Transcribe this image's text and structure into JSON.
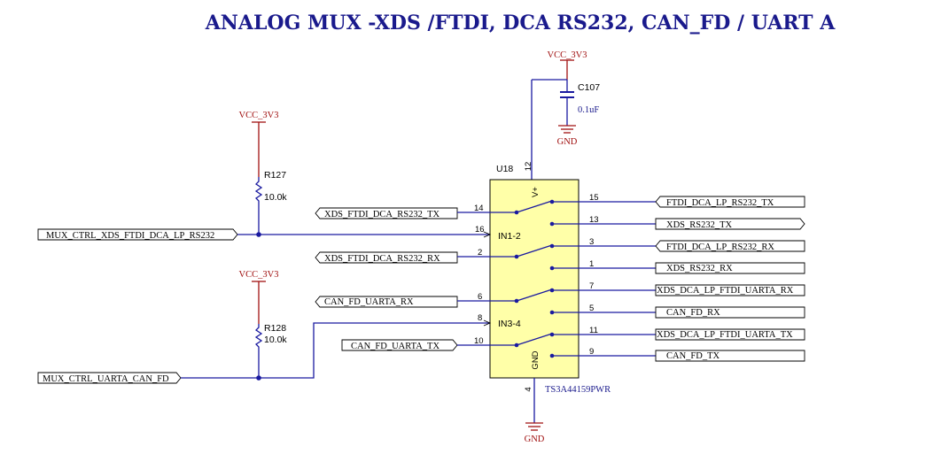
{
  "title": "ANALOG MUX -XDS /FTDI, DCA RS232, CAN_FD / UART A",
  "power": {
    "vcc_label": "VCC_3V3",
    "gnd_label": "GND"
  },
  "capacitor": {
    "ref": "C107",
    "value": "0.1uF"
  },
  "resistors": [
    {
      "ref": "R127",
      "value": "10.0k"
    },
    {
      "ref": "R128",
      "value": "10.0k"
    }
  ],
  "ic": {
    "ref": "U18",
    "part": "TS3A44159PWR",
    "label_in12": "IN1-2",
    "label_in34": "IN3-4",
    "label_vplus": "V+",
    "label_gnd": "GND",
    "pin_vplus": "12",
    "pin_gnd": "4"
  },
  "left_ports": [
    {
      "name": "XDS_FTDI_DCA_RS232_TX",
      "pin": "14"
    },
    {
      "name": "XDS_FTDI_DCA_RS232_RX",
      "pin": "2"
    },
    {
      "name": "CAN_FD_UARTA_RX",
      "pin": "6"
    },
    {
      "name": "CAN_FD_UARTA_TX",
      "pin": "10"
    }
  ],
  "control_nets": [
    {
      "name": "MUX_CTRL_XDS_FTDI_DCA_LP_RS232",
      "pin": "16"
    },
    {
      "name": "MUX_CTRL_UARTA_CAN_FD",
      "pin": "8"
    }
  ],
  "right_ports": [
    {
      "name": "FTDI_DCA_LP_RS232_TX",
      "pin": "15"
    },
    {
      "name": "XDS_RS232_TX",
      "pin": "13"
    },
    {
      "name": "FTDI_DCA_LP_RS232_RX",
      "pin": "3"
    },
    {
      "name": "XDS_RS232_RX",
      "pin": "1"
    },
    {
      "name": "XDS_DCA_LP_FTDI_UARTA_RX",
      "pin": "7"
    },
    {
      "name": "CAN_FD_RX",
      "pin": "5"
    },
    {
      "name": "XDS_DCA_LP_FTDI_UARTA_TX",
      "pin": "11"
    },
    {
      "name": "CAN_FD_TX",
      "pin": "9"
    }
  ]
}
